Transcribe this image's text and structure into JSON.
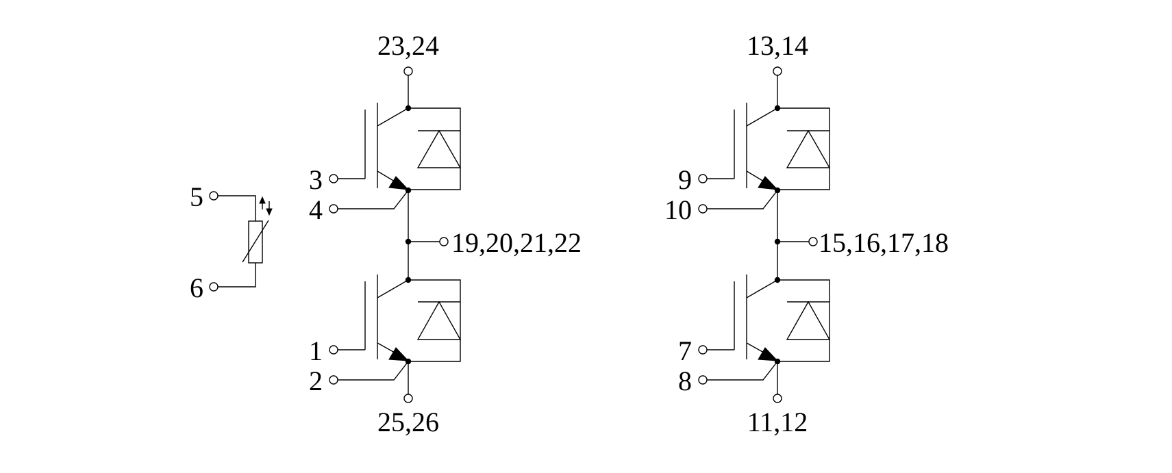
{
  "diagram": {
    "thermistor": {
      "terminals": [
        "5",
        "6"
      ]
    },
    "half_bridge_left": {
      "top": "23,24",
      "output": "19,20,21,22",
      "bottom": "25,26",
      "upper_gate": "3",
      "upper_aux_emitter": "4",
      "lower_gate": "1",
      "lower_aux_emitter": "2"
    },
    "half_bridge_right": {
      "top": "13,14",
      "output": "15,16,17,18",
      "bottom": "11,12",
      "upper_gate": "9",
      "upper_aux_emitter": "10",
      "lower_gate": "7",
      "lower_aux_emitter": "8"
    }
  }
}
